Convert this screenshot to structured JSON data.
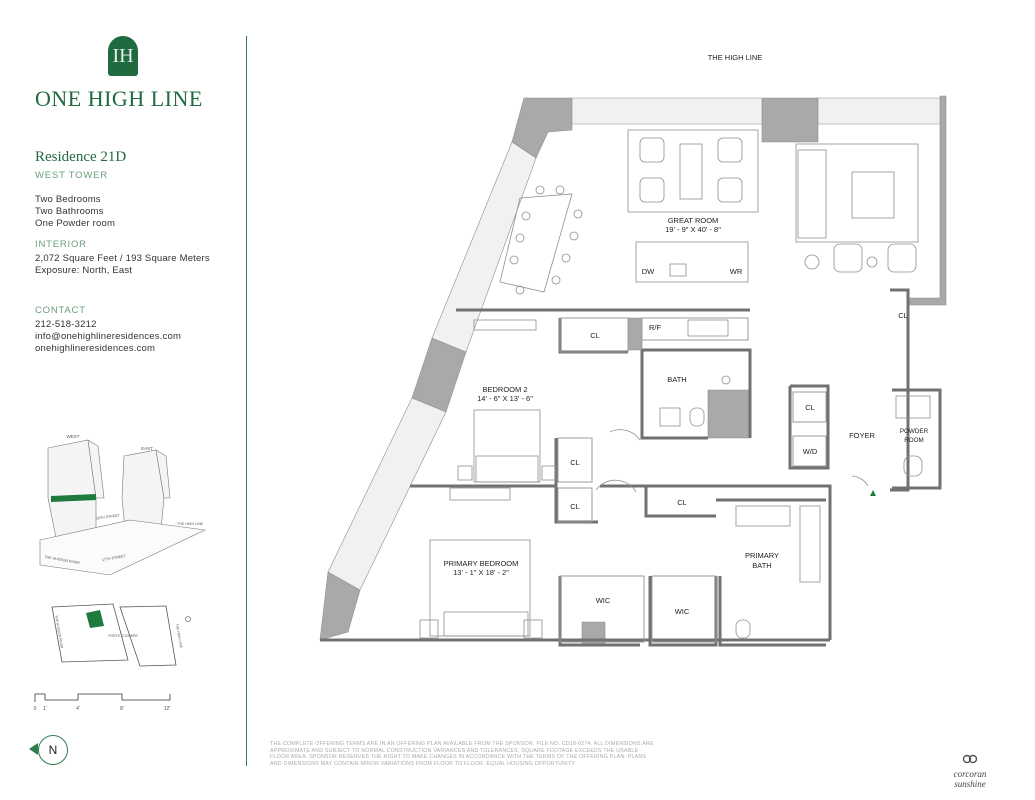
{
  "brand": {
    "monogram": "IH",
    "name": "ONE HIGH LINE"
  },
  "residence": {
    "title": "Residence 21D",
    "tower": "WEST TOWER",
    "rooms": [
      "Two Bedrooms",
      "Two Bathrooms",
      "One Powder room"
    ],
    "interior_heading": "INTERIOR",
    "area": "2,072 Square Feet / 193 Square Meters",
    "exposure": "Exposure: North, East"
  },
  "contact": {
    "heading": "CONTACT",
    "phone": "212-518-3212",
    "email": "info@onehighlineresidences.com",
    "website": "onehighlineresidences.com"
  },
  "key_plan": {
    "tower_labels": [
      "WEST",
      "EAST"
    ],
    "street_labels": [
      "18TH STREET",
      "17TH STREET",
      "THE HIGH LINE",
      "THE HUDSON RIVER"
    ],
    "site_labels": [
      "THE HUDSON RIVER",
      "PORTE COCHERE",
      "THE HIGH LINE"
    ],
    "scale_labels": [
      "0",
      "1'",
      "4'",
      "8'",
      "12'"
    ],
    "highlight_color": "#1f7a3e"
  },
  "compass": "N",
  "floorplan": {
    "street_label": "THE HIGH LINE",
    "rooms": {
      "great_room": {
        "name": "GREAT ROOM",
        "dims": "19' - 9\" X 40' - 8\""
      },
      "bedroom2": {
        "name": "BEDROOM 2",
        "dims": "14' - 6\" X 13' - 6\""
      },
      "primary_bedroom": {
        "name": "PRIMARY BEDROOM",
        "dims": "13' - 1\" X 18' - 2\""
      },
      "primary_bath": {
        "line1": "PRIMARY",
        "line2": "BATH"
      },
      "bath": "BATH",
      "foyer": "FOYER",
      "powder_room": {
        "line1": "POWDER",
        "line2": "ROOM"
      },
      "closet": "CL",
      "walk_in_closet": "WIC",
      "refrigerator": "R/F",
      "washer_dryer": "W/D",
      "dishwasher": "DW",
      "wine_refrigerator": "WR"
    }
  },
  "disclaimer": "THE COMPLETE OFFERING TERMS ARE IN AN OFFERING PLAN AVAILABLE FROM THE SPONSOR. FILE NO. CD18-0274. ALL DIMENSIONS ARE APPROXIMATE AND SUBJECT TO NORMAL CONSTRUCTION VARIANCES AND TOLERANCES. SQUARE FOOTAGE EXCEEDS THE USABLE FLOOR AREA. SPONSOR RESERVES THE RIGHT TO MAKE CHANGES IN ACCORDANCE WITH THE TERMS OF THE OFFERING PLAN. PLANS AND DIMENSIONS MAY CONTAIN MINOR VARIATIONS FROM FLOOR TO FLOOR. EQUAL HOUSING OPPORTUNITY",
  "broker": "corcoran sunshine",
  "colors": {
    "brand_green": "#1f6b3f",
    "wall_gray": "#a7a9ab",
    "wall_dark": "#8c8e90"
  }
}
